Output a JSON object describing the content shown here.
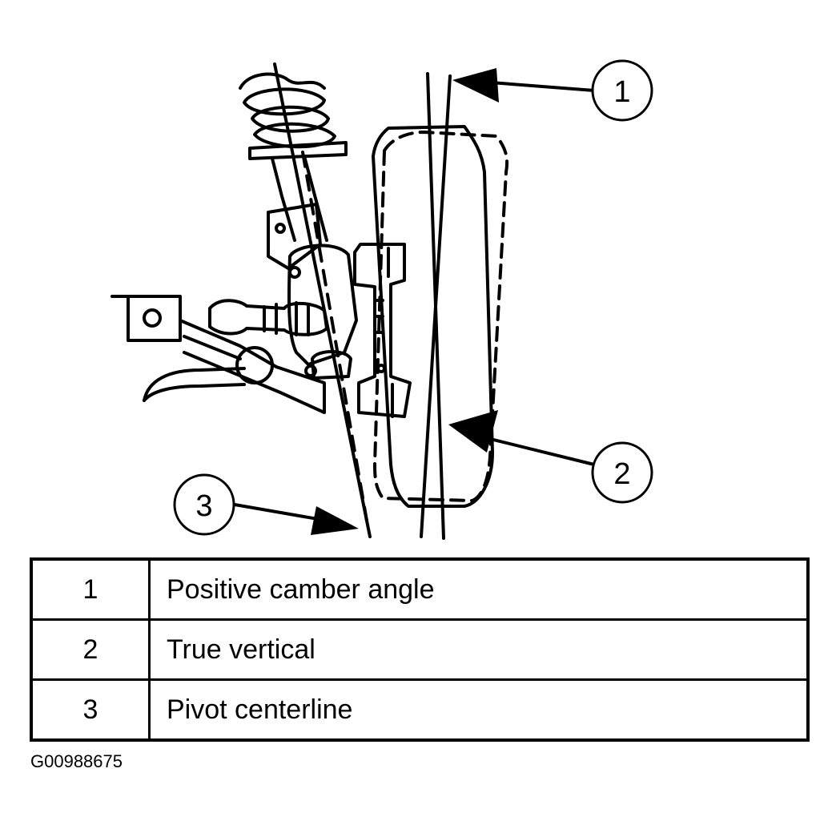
{
  "callouts": [
    {
      "number": "1"
    },
    {
      "number": "2"
    },
    {
      "number": "3"
    }
  ],
  "legend": {
    "rows": [
      {
        "number": "1",
        "label": "Positive camber angle"
      },
      {
        "number": "2",
        "label": "True vertical"
      },
      {
        "number": "3",
        "label": "Pivot centerline"
      }
    ]
  },
  "figure_id": "G00988675",
  "colors": {
    "ink": "#000000",
    "background": "#ffffff"
  }
}
